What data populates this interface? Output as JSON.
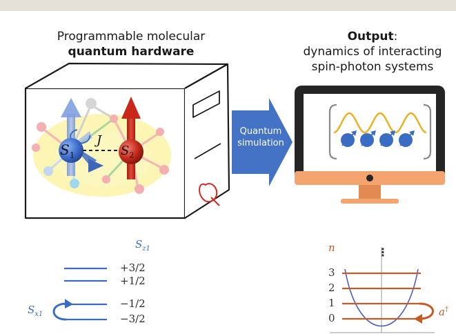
{
  "hardware": {
    "title_line1": "Programmable molecular",
    "title_line2": "quantum hardware",
    "spin1_label": "S",
    "spin1_sub": "1",
    "spin2_label": "S",
    "spin2_sub": "2",
    "coupling_label": "J",
    "logo_glyph": "Q"
  },
  "arrow": {
    "label_line1": "Quantum",
    "label_line2": "simulation"
  },
  "output": {
    "title_bold": "Output",
    "title_colon": ":",
    "title_line2": "dynamics of interacting",
    "title_line3": "spin-photon systems"
  },
  "spin_levels": {
    "axis_symbol": "S",
    "axis_sub": "z1",
    "levels": [
      "+3/2",
      "+1/2",
      "−1/2",
      "−3/2"
    ],
    "transition_symbol": "S",
    "transition_sub": "x1"
  },
  "photon_levels": {
    "axis_symbol": "n",
    "ellipsis": "⋮",
    "levels": [
      "3",
      "2",
      "1",
      "0"
    ],
    "operator_symbol": "a",
    "operator_sup": "†"
  },
  "colors": {
    "spin_blue": "#3b6cc4",
    "photon_orange": "#c55a24",
    "arrow_blue": "#4472c4",
    "monitor_orange": "#f4a46e"
  }
}
